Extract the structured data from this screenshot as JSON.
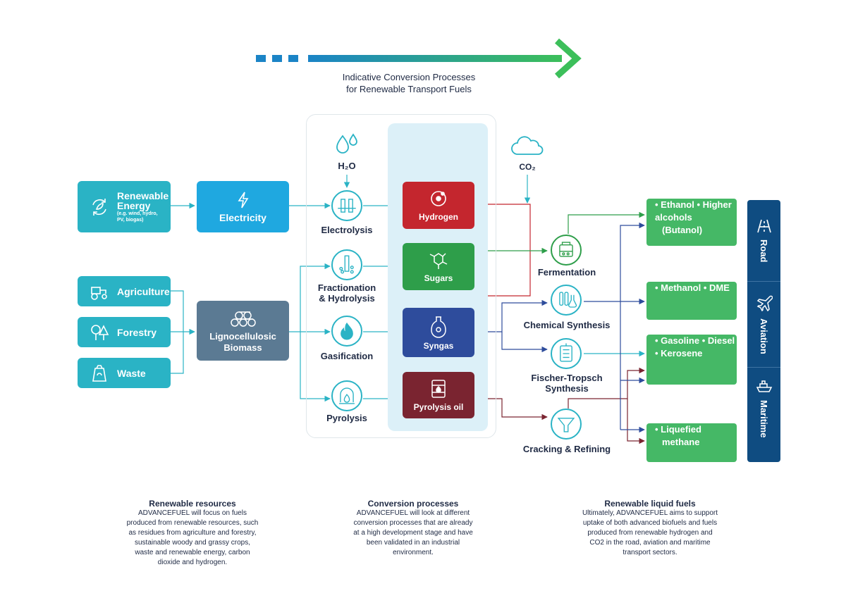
{
  "header": {
    "title_line1": "Indicative Conversion Processes",
    "title_line2": "for Renewable Transport Fuels"
  },
  "inputs": {
    "h2o": "H₂O",
    "co2": "CO₂"
  },
  "resources": {
    "renewable_energy": {
      "title_line1": "Renewable",
      "title_line2": "Energy",
      "subtitle_line1": "(e.g. wind, hydro,",
      "subtitle_line2": "PV, biogas)"
    },
    "agriculture": "Agriculture",
    "forestry": "Forestry",
    "waste": "Waste"
  },
  "intermediates": {
    "electricity": "Electricity",
    "biomass_line1": "Lignocellulosic",
    "biomass_line2": "Biomass"
  },
  "processes": {
    "electrolysis": "Electrolysis",
    "fractionation_line1": "Fractionation",
    "fractionation_line2": "& Hydrolysis",
    "gasification": "Gasification",
    "pyrolysis": "Pyrolysis",
    "fermentation": "Fermentation",
    "chemical_synthesis": "Chemical Synthesis",
    "fischer_line1": "Fischer-Tropsch",
    "fischer_line2": "Synthesis",
    "cracking": "Cracking & Refining"
  },
  "products": {
    "hydrogen": "Hydrogen",
    "sugars": "Sugars",
    "syngas": "Syngas",
    "pyrolysis_oil": "Pyrolysis oil"
  },
  "fuels": {
    "group1": [
      "• Ethanol",
      "• Higher alcohols",
      "(Butanol)"
    ],
    "group2": [
      "• Methanol",
      "• DME"
    ],
    "group3": [
      "• Gasoline",
      "• Diesel",
      "• Kerosene"
    ],
    "group4": [
      "• Liquefied",
      "methane"
    ]
  },
  "sectors": {
    "road": "Road",
    "aviation": "Aviation",
    "maritime": "Maritime"
  },
  "footer": {
    "resources": {
      "heading": "Renewable resources",
      "lines": [
        "ADVANCEFUEL will focus on fuels",
        "produced from renewable resources, such",
        "as residues from agriculture and forestry,",
        "sustainable woody and grassy crops,",
        "waste and renewable energy, carbon",
        "dioxide and hydrogen."
      ]
    },
    "conversion": {
      "heading": "Conversion processes",
      "lines": [
        "ADVANCEFUEL will look at different",
        "conversion processes that are already",
        "at a high development stage and have",
        "been validated in an industrial",
        "environment."
      ]
    },
    "fuels": {
      "heading": "Renewable liquid fuels",
      "lines": [
        "Ultimately, ADVANCEFUEL aims to support",
        "uptake of both advanced biofuels and fuels",
        "produced from renewable hydrogen and",
        "CO2 in the road, aviation and maritime",
        "transport sectors."
      ]
    }
  },
  "colors": {
    "teal": "#2ab3c5",
    "electricity_blue": "#1fa8e0",
    "biomass_slate": "#5b7a93",
    "hydrogen_red": "#c4262e",
    "sugars_green": "#2e9e4a",
    "syngas_blue": "#2e4c9c",
    "pyrolysis_maroon": "#7a2430",
    "fuel_green": "#45b866",
    "transport_navy": "#0f4c81"
  }
}
